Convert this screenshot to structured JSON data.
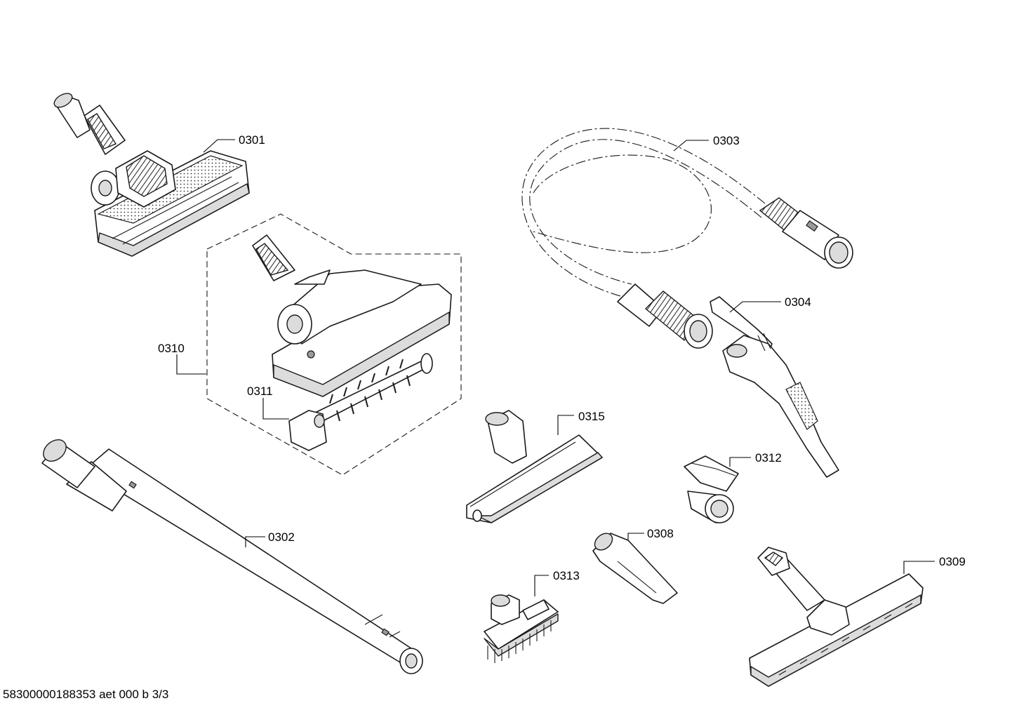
{
  "document_id": "58300000188353 aet 000 b 3/3",
  "parts": [
    {
      "id": "0301",
      "name": "floor-nozzle-icon"
    },
    {
      "id": "0302",
      "name": "telescopic-tube-icon"
    },
    {
      "id": "0303",
      "name": "hose-icon"
    },
    {
      "id": "0304",
      "name": "handle-icon"
    },
    {
      "id": "0308",
      "name": "crevice-nozzle-icon"
    },
    {
      "id": "0309",
      "name": "parquet-nozzle-icon"
    },
    {
      "id": "0310",
      "name": "turbo-brush-assembly-icon"
    },
    {
      "id": "0311",
      "name": "brush-roller-icon"
    },
    {
      "id": "0312",
      "name": "clip-holder-icon"
    },
    {
      "id": "0313",
      "name": "dusting-brush-icon"
    },
    {
      "id": "0315",
      "name": "upholstery-nozzle-icon"
    }
  ],
  "colors": {
    "line": "#1a1a1a",
    "shade": "#dcdcdc",
    "background": "#ffffff"
  }
}
